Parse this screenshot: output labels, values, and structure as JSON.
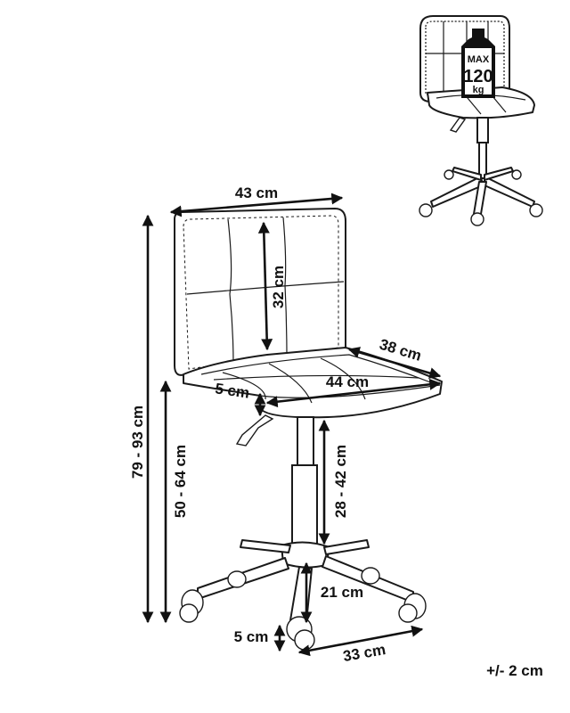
{
  "dimensions": {
    "backrest_width": "43 cm",
    "backrest_height": "32 cm",
    "seat_depth": "38 cm",
    "seat_width": "44 cm",
    "seat_thickness": "5 cm",
    "total_height": "79 - 93 cm",
    "seat_height": "50 - 64 cm",
    "gas_lift": "28 - 42 cm",
    "base_height": "21 cm",
    "caster_height": "5 cm",
    "base_radius": "33 cm"
  },
  "max_load": {
    "label": "MAX",
    "value": "120",
    "unit": "kg"
  },
  "tolerance": "+/- 2 cm",
  "icons": [
    "chair-drawing",
    "weight-icon"
  ]
}
